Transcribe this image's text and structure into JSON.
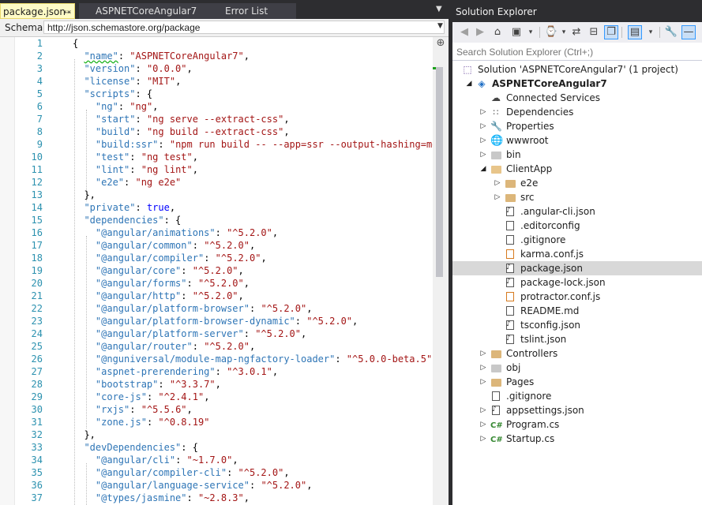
{
  "editor": {
    "tabs": {
      "active": "package.json",
      "second": "ASPNETCoreAngular7",
      "third": "Error List"
    },
    "schema_label": "Schema:",
    "schema_value": "http://json.schemastore.org/package",
    "lines": [
      {
        "n": "1",
        "tokens": [
          {
            "t": "{",
            "c": "p"
          }
        ]
      },
      {
        "n": "2",
        "tokens": [
          {
            "t": "  ",
            "c": "p"
          },
          {
            "t": "\"name\"",
            "c": "k squig"
          },
          {
            "t": ": ",
            "c": "p"
          },
          {
            "t": "\"ASPNETCoreAngular7\"",
            "c": "s"
          },
          {
            "t": ",",
            "c": "p"
          }
        ]
      },
      {
        "n": "3",
        "tokens": [
          {
            "t": "  ",
            "c": "p"
          },
          {
            "t": "\"version\"",
            "c": "k"
          },
          {
            "t": ": ",
            "c": "p"
          },
          {
            "t": "\"0.0.0\"",
            "c": "s"
          },
          {
            "t": ",",
            "c": "p"
          }
        ]
      },
      {
        "n": "4",
        "tokens": [
          {
            "t": "  ",
            "c": "p"
          },
          {
            "t": "\"license\"",
            "c": "k"
          },
          {
            "t": ": ",
            "c": "p"
          },
          {
            "t": "\"MIT\"",
            "c": "s"
          },
          {
            "t": ",",
            "c": "p"
          }
        ]
      },
      {
        "n": "5",
        "tokens": [
          {
            "t": "  ",
            "c": "p"
          },
          {
            "t": "\"scripts\"",
            "c": "k"
          },
          {
            "t": ": {",
            "c": "p"
          }
        ]
      },
      {
        "n": "6",
        "tokens": [
          {
            "t": "    ",
            "c": "p"
          },
          {
            "t": "\"ng\"",
            "c": "k"
          },
          {
            "t": ": ",
            "c": "p"
          },
          {
            "t": "\"ng\"",
            "c": "s"
          },
          {
            "t": ",",
            "c": "p"
          }
        ]
      },
      {
        "n": "7",
        "tokens": [
          {
            "t": "    ",
            "c": "p"
          },
          {
            "t": "\"start\"",
            "c": "k"
          },
          {
            "t": ": ",
            "c": "p"
          },
          {
            "t": "\"ng serve --extract-css\"",
            "c": "s"
          },
          {
            "t": ",",
            "c": "p"
          }
        ]
      },
      {
        "n": "8",
        "tokens": [
          {
            "t": "    ",
            "c": "p"
          },
          {
            "t": "\"build\"",
            "c": "k"
          },
          {
            "t": ": ",
            "c": "p"
          },
          {
            "t": "\"ng build --extract-css\"",
            "c": "s"
          },
          {
            "t": ",",
            "c": "p"
          }
        ]
      },
      {
        "n": "9",
        "tokens": [
          {
            "t": "    ",
            "c": "p"
          },
          {
            "t": "\"build:ssr\"",
            "c": "k"
          },
          {
            "t": ": ",
            "c": "p"
          },
          {
            "t": "\"npm run build -- --app=ssr --output-hashing=med",
            "c": "s"
          }
        ]
      },
      {
        "n": "10",
        "tokens": [
          {
            "t": "    ",
            "c": "p"
          },
          {
            "t": "\"test\"",
            "c": "k"
          },
          {
            "t": ": ",
            "c": "p"
          },
          {
            "t": "\"ng test\"",
            "c": "s"
          },
          {
            "t": ",",
            "c": "p"
          }
        ]
      },
      {
        "n": "11",
        "tokens": [
          {
            "t": "    ",
            "c": "p"
          },
          {
            "t": "\"lint\"",
            "c": "k"
          },
          {
            "t": ": ",
            "c": "p"
          },
          {
            "t": "\"ng lint\"",
            "c": "s"
          },
          {
            "t": ",",
            "c": "p"
          }
        ]
      },
      {
        "n": "12",
        "tokens": [
          {
            "t": "    ",
            "c": "p"
          },
          {
            "t": "\"e2e\"",
            "c": "k"
          },
          {
            "t": ": ",
            "c": "p"
          },
          {
            "t": "\"ng e2e\"",
            "c": "s"
          }
        ]
      },
      {
        "n": "13",
        "tokens": [
          {
            "t": "  },",
            "c": "p"
          }
        ]
      },
      {
        "n": "14",
        "tokens": [
          {
            "t": "  ",
            "c": "p"
          },
          {
            "t": "\"private\"",
            "c": "k"
          },
          {
            "t": ": ",
            "c": "p"
          },
          {
            "t": "true",
            "c": "kw"
          },
          {
            "t": ",",
            "c": "p"
          }
        ]
      },
      {
        "n": "15",
        "tokens": [
          {
            "t": "  ",
            "c": "p"
          },
          {
            "t": "\"dependencies\"",
            "c": "k"
          },
          {
            "t": ": {",
            "c": "p"
          }
        ]
      },
      {
        "n": "16",
        "tokens": [
          {
            "t": "    ",
            "c": "p"
          },
          {
            "t": "\"@angular/animations\"",
            "c": "k"
          },
          {
            "t": ": ",
            "c": "p"
          },
          {
            "t": "\"^5.2.0\"",
            "c": "s"
          },
          {
            "t": ",",
            "c": "p"
          }
        ]
      },
      {
        "n": "17",
        "tokens": [
          {
            "t": "    ",
            "c": "p"
          },
          {
            "t": "\"@angular/common\"",
            "c": "k"
          },
          {
            "t": ": ",
            "c": "p"
          },
          {
            "t": "\"^5.2.0\"",
            "c": "s"
          },
          {
            "t": ",",
            "c": "p"
          }
        ]
      },
      {
        "n": "18",
        "tokens": [
          {
            "t": "    ",
            "c": "p"
          },
          {
            "t": "\"@angular/compiler\"",
            "c": "k"
          },
          {
            "t": ": ",
            "c": "p"
          },
          {
            "t": "\"^5.2.0\"",
            "c": "s"
          },
          {
            "t": ",",
            "c": "p"
          }
        ]
      },
      {
        "n": "19",
        "tokens": [
          {
            "t": "    ",
            "c": "p"
          },
          {
            "t": "\"@angular/core\"",
            "c": "k"
          },
          {
            "t": ": ",
            "c": "p"
          },
          {
            "t": "\"^5.2.0\"",
            "c": "s"
          },
          {
            "t": ",",
            "c": "p"
          }
        ]
      },
      {
        "n": "20",
        "tokens": [
          {
            "t": "    ",
            "c": "p"
          },
          {
            "t": "\"@angular/forms\"",
            "c": "k"
          },
          {
            "t": ": ",
            "c": "p"
          },
          {
            "t": "\"^5.2.0\"",
            "c": "s"
          },
          {
            "t": ",",
            "c": "p"
          }
        ]
      },
      {
        "n": "21",
        "tokens": [
          {
            "t": "    ",
            "c": "p"
          },
          {
            "t": "\"@angular/http\"",
            "c": "k"
          },
          {
            "t": ": ",
            "c": "p"
          },
          {
            "t": "\"^5.2.0\"",
            "c": "s"
          },
          {
            "t": ",",
            "c": "p"
          }
        ]
      },
      {
        "n": "22",
        "tokens": [
          {
            "t": "    ",
            "c": "p"
          },
          {
            "t": "\"@angular/platform-browser\"",
            "c": "k"
          },
          {
            "t": ": ",
            "c": "p"
          },
          {
            "t": "\"^5.2.0\"",
            "c": "s"
          },
          {
            "t": ",",
            "c": "p"
          }
        ]
      },
      {
        "n": "23",
        "tokens": [
          {
            "t": "    ",
            "c": "p"
          },
          {
            "t": "\"@angular/platform-browser-dynamic\"",
            "c": "k"
          },
          {
            "t": ": ",
            "c": "p"
          },
          {
            "t": "\"^5.2.0\"",
            "c": "s"
          },
          {
            "t": ",",
            "c": "p"
          }
        ]
      },
      {
        "n": "24",
        "tokens": [
          {
            "t": "    ",
            "c": "p"
          },
          {
            "t": "\"@angular/platform-server\"",
            "c": "k"
          },
          {
            "t": ": ",
            "c": "p"
          },
          {
            "t": "\"^5.2.0\"",
            "c": "s"
          },
          {
            "t": ",",
            "c": "p"
          }
        ]
      },
      {
        "n": "25",
        "tokens": [
          {
            "t": "    ",
            "c": "p"
          },
          {
            "t": "\"@angular/router\"",
            "c": "k"
          },
          {
            "t": ": ",
            "c": "p"
          },
          {
            "t": "\"^5.2.0\"",
            "c": "s"
          },
          {
            "t": ",",
            "c": "p"
          }
        ]
      },
      {
        "n": "26",
        "tokens": [
          {
            "t": "    ",
            "c": "p"
          },
          {
            "t": "\"@nguniversal/module-map-ngfactory-loader\"",
            "c": "k"
          },
          {
            "t": ": ",
            "c": "p"
          },
          {
            "t": "\"^5.0.0-beta.5\"",
            "c": "s"
          },
          {
            "t": ",",
            "c": "p"
          }
        ]
      },
      {
        "n": "27",
        "tokens": [
          {
            "t": "    ",
            "c": "p"
          },
          {
            "t": "\"aspnet-prerendering\"",
            "c": "k"
          },
          {
            "t": ": ",
            "c": "p"
          },
          {
            "t": "\"^3.0.1\"",
            "c": "s"
          },
          {
            "t": ",",
            "c": "p"
          }
        ]
      },
      {
        "n": "28",
        "tokens": [
          {
            "t": "    ",
            "c": "p"
          },
          {
            "t": "\"bootstrap\"",
            "c": "k"
          },
          {
            "t": ": ",
            "c": "p"
          },
          {
            "t": "\"^3.3.7\"",
            "c": "s"
          },
          {
            "t": ",",
            "c": "p"
          }
        ]
      },
      {
        "n": "29",
        "tokens": [
          {
            "t": "    ",
            "c": "p"
          },
          {
            "t": "\"core-js\"",
            "c": "k"
          },
          {
            "t": ": ",
            "c": "p"
          },
          {
            "t": "\"^2.4.1\"",
            "c": "s"
          },
          {
            "t": ",",
            "c": "p"
          }
        ]
      },
      {
        "n": "30",
        "tokens": [
          {
            "t": "    ",
            "c": "p"
          },
          {
            "t": "\"rxjs\"",
            "c": "k"
          },
          {
            "t": ": ",
            "c": "p"
          },
          {
            "t": "\"^5.5.6\"",
            "c": "s"
          },
          {
            "t": ",",
            "c": "p"
          }
        ]
      },
      {
        "n": "31",
        "tokens": [
          {
            "t": "    ",
            "c": "p"
          },
          {
            "t": "\"zone.js\"",
            "c": "k"
          },
          {
            "t": ": ",
            "c": "p"
          },
          {
            "t": "\"^0.8.19\"",
            "c": "s"
          }
        ]
      },
      {
        "n": "32",
        "tokens": [
          {
            "t": "  },",
            "c": "p"
          }
        ]
      },
      {
        "n": "33",
        "tokens": [
          {
            "t": "  ",
            "c": "p"
          },
          {
            "t": "\"devDependencies\"",
            "c": "k"
          },
          {
            "t": ": {",
            "c": "p"
          }
        ]
      },
      {
        "n": "34",
        "tokens": [
          {
            "t": "    ",
            "c": "p"
          },
          {
            "t": "\"@angular/cli\"",
            "c": "k"
          },
          {
            "t": ": ",
            "c": "p"
          },
          {
            "t": "\"~1.7.0\"",
            "c": "s"
          },
          {
            "t": ",",
            "c": "p"
          }
        ]
      },
      {
        "n": "35",
        "tokens": [
          {
            "t": "    ",
            "c": "p"
          },
          {
            "t": "\"@angular/compiler-cli\"",
            "c": "k"
          },
          {
            "t": ": ",
            "c": "p"
          },
          {
            "t": "\"^5.2.0\"",
            "c": "s"
          },
          {
            "t": ",",
            "c": "p"
          }
        ]
      },
      {
        "n": "36",
        "tokens": [
          {
            "t": "    ",
            "c": "p"
          },
          {
            "t": "\"@angular/language-service\"",
            "c": "k"
          },
          {
            "t": ": ",
            "c": "p"
          },
          {
            "t": "\"^5.2.0\"",
            "c": "s"
          },
          {
            "t": ",",
            "c": "p"
          }
        ]
      },
      {
        "n": "37",
        "tokens": [
          {
            "t": "    ",
            "c": "p"
          },
          {
            "t": "\"@types/jasmine\"",
            "c": "k"
          },
          {
            "t": ": ",
            "c": "p"
          },
          {
            "t": "\"~2.8.3\"",
            "c": "s"
          },
          {
            "t": ",",
            "c": "p"
          }
        ]
      }
    ]
  },
  "solution_explorer": {
    "title": "Solution Explorer",
    "search_placeholder": "Search Solution Explorer (Ctrl+;)",
    "toolbar_icons": [
      "back-icon",
      "forward-icon",
      "home-icon",
      "switch-views-icon",
      "dropdown-icon",
      "history-icon",
      "sync-icon",
      "collapse-all-icon",
      "show-all-files-icon",
      "properties-icon",
      "dropdown-icon",
      "settings-icon",
      "preview-icon"
    ],
    "tree": [
      {
        "label": "Solution 'ASPNETCoreAngular7' (1 project)",
        "icon": "solution-icon",
        "depth": 0,
        "expander": "none",
        "bold": false
      },
      {
        "label": "ASPNETCoreAngular7",
        "icon": "project-icon",
        "depth": 1,
        "expander": "open",
        "bold": true
      },
      {
        "label": "Connected Services",
        "icon": "cloud-icon",
        "depth": 2,
        "expander": "none",
        "bold": false
      },
      {
        "label": "Dependencies",
        "icon": "dependencies-icon",
        "depth": 2,
        "expander": "closed",
        "bold": false
      },
      {
        "label": "Properties",
        "icon": "wrench-icon",
        "depth": 2,
        "expander": "closed",
        "bold": false
      },
      {
        "label": "wwwroot",
        "icon": "globe-icon",
        "depth": 2,
        "expander": "closed",
        "bold": false
      },
      {
        "label": "bin",
        "icon": "ghost-folder-icon",
        "depth": 2,
        "expander": "closed",
        "bold": false
      },
      {
        "label": "ClientApp",
        "icon": "open-folder-icon",
        "depth": 2,
        "expander": "open",
        "bold": false
      },
      {
        "label": "e2e",
        "icon": "folder-icon",
        "depth": 3,
        "expander": "closed",
        "bold": false
      },
      {
        "label": "src",
        "icon": "folder-icon",
        "depth": 3,
        "expander": "closed",
        "bold": false
      },
      {
        "label": ".angular-cli.json",
        "icon": "json-file-icon",
        "depth": 3,
        "expander": "none",
        "bold": false
      },
      {
        "label": ".editorconfig",
        "icon": "file-icon",
        "depth": 3,
        "expander": "none",
        "bold": false
      },
      {
        "label": ".gitignore",
        "icon": "file-icon",
        "depth": 3,
        "expander": "none",
        "bold": false
      },
      {
        "label": "karma.conf.js",
        "icon": "js-file-icon",
        "depth": 3,
        "expander": "none",
        "bold": false
      },
      {
        "label": "package.json",
        "icon": "json-file-icon",
        "depth": 3,
        "expander": "none",
        "bold": false,
        "selected": true
      },
      {
        "label": "package-lock.json",
        "icon": "json-file-icon",
        "depth": 3,
        "expander": "none",
        "bold": false
      },
      {
        "label": "protractor.conf.js",
        "icon": "js-file-icon",
        "depth": 3,
        "expander": "none",
        "bold": false
      },
      {
        "label": "README.md",
        "icon": "file-icon",
        "depth": 3,
        "expander": "none",
        "bold": false
      },
      {
        "label": "tsconfig.json",
        "icon": "json-file-icon",
        "depth": 3,
        "expander": "none",
        "bold": false
      },
      {
        "label": "tslint.json",
        "icon": "json-file-icon",
        "depth": 3,
        "expander": "none",
        "bold": false
      },
      {
        "label": "Controllers",
        "icon": "folder-icon",
        "depth": 2,
        "expander": "closed",
        "bold": false
      },
      {
        "label": "obj",
        "icon": "ghost-folder-icon",
        "depth": 2,
        "expander": "closed",
        "bold": false
      },
      {
        "label": "Pages",
        "icon": "folder-icon",
        "depth": 2,
        "expander": "closed",
        "bold": false
      },
      {
        "label": ".gitignore",
        "icon": "file-icon",
        "depth": 2,
        "expander": "none",
        "bold": false
      },
      {
        "label": "appsettings.json",
        "icon": "json-file-icon",
        "depth": 2,
        "expander": "closed",
        "bold": false
      },
      {
        "label": "Program.cs",
        "icon": "csharp-file-icon",
        "depth": 2,
        "expander": "closed",
        "bold": false
      },
      {
        "label": "Startup.cs",
        "icon": "csharp-file-icon",
        "depth": 2,
        "expander": "closed",
        "bold": false
      }
    ]
  }
}
